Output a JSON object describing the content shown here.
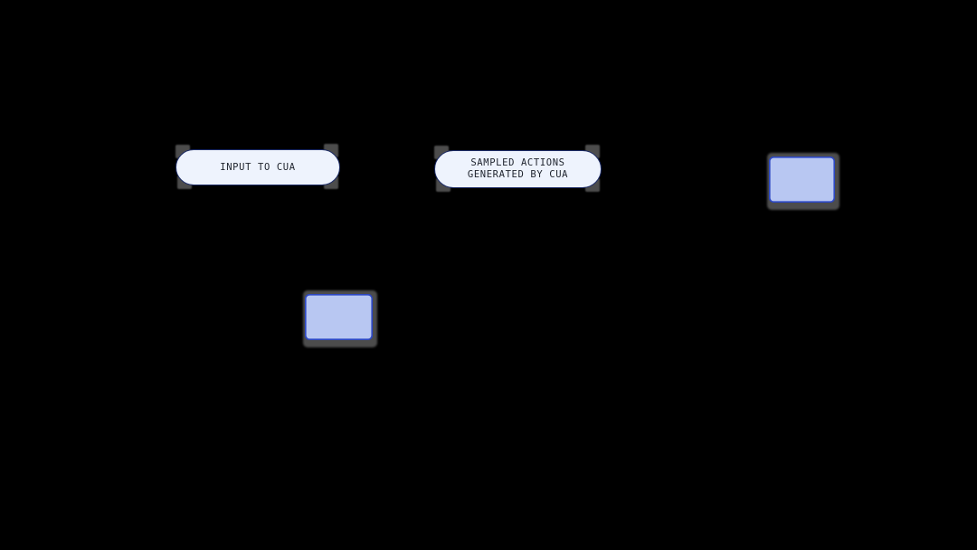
{
  "canvas": {
    "background": "#000000"
  },
  "pills": {
    "input": {
      "label": "INPUT TO CUA"
    },
    "sampled_actions": {
      "line1": "SAMPLED ACTIONS",
      "line2": "GENERATED BY CUA"
    }
  },
  "icons": {
    "screenshot_thumbnail": "image-with-viewfinder-icon",
    "click_thumbnail": "image-with-cursor-icon"
  },
  "colors": {
    "canvas-bg": "#000000",
    "pill-fill": "#eef3fd",
    "pill-border": "#1c2b66",
    "pill-text": "#20252f",
    "shadow-gray": "#4c4c4c",
    "icon-border": "#2c47c3",
    "icon-sky": "#b8c7f2",
    "icon-dots": "#a6b8ee",
    "icon-mountain": "#7a95ef",
    "icon-bracket": "#3b53bb",
    "cursor-fill": "#ffffff",
    "cursor-outline": "#15161a"
  }
}
